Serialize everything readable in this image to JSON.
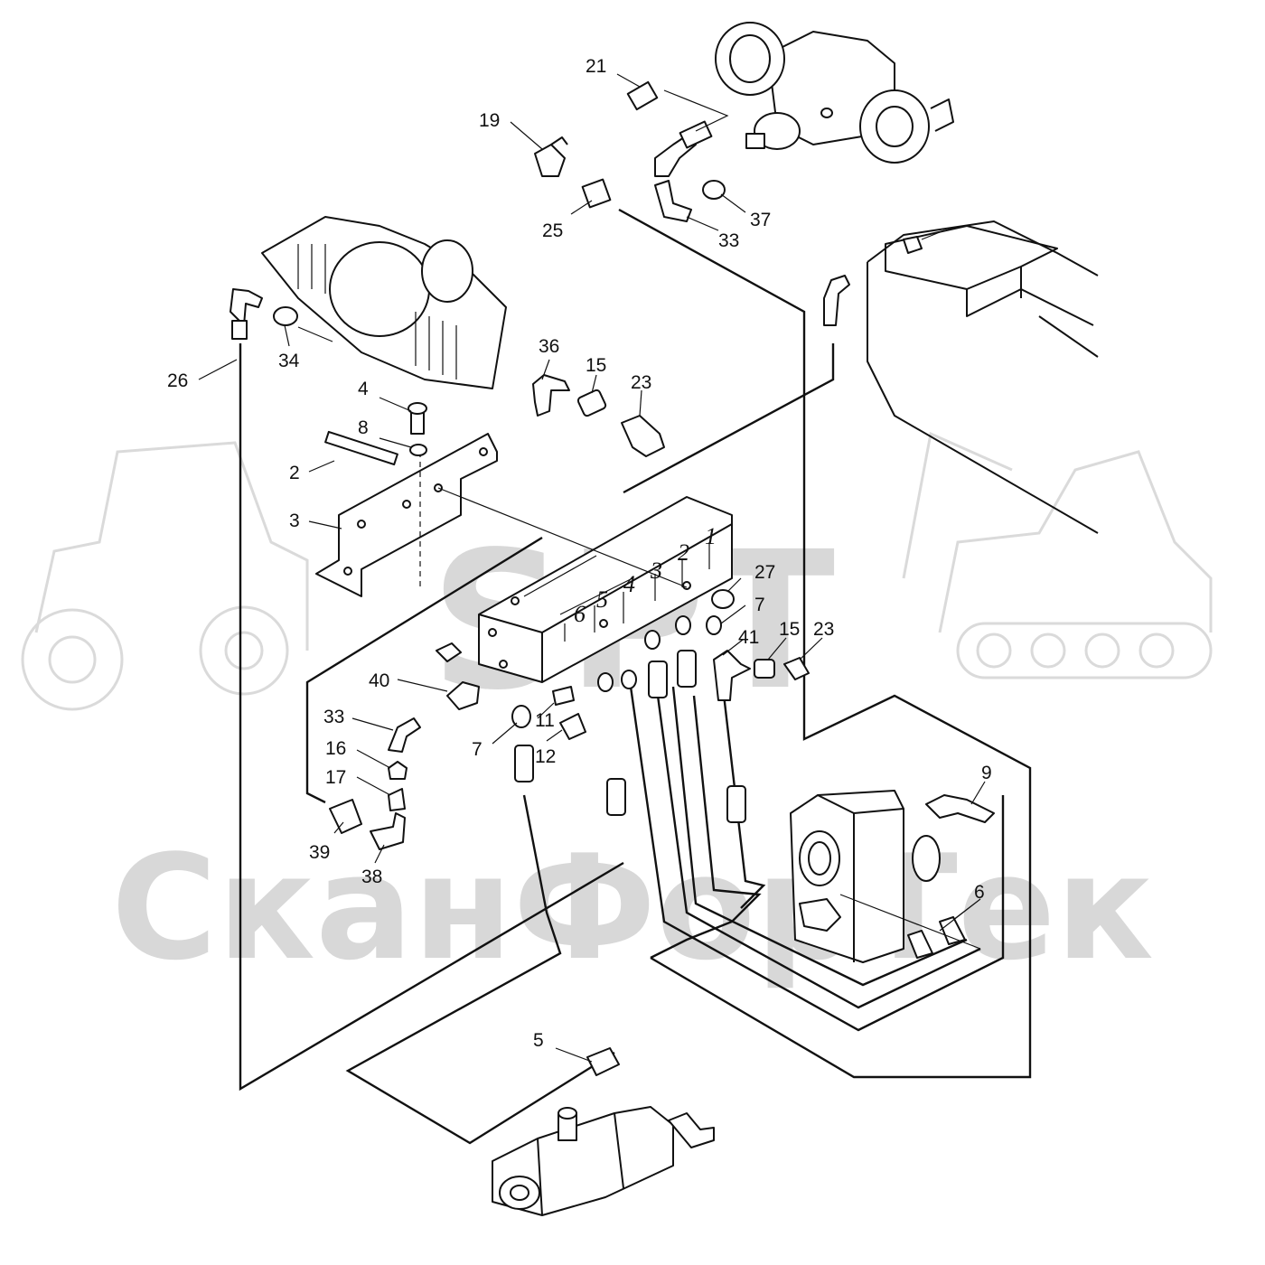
{
  "watermark": {
    "brand": "SPT",
    "company": "СканФорТек",
    "color": "#d8d8d8"
  },
  "block_numbers": [
    "1",
    "2",
    "3",
    "4",
    "5",
    "6"
  ],
  "callouts": [
    {
      "id": "21",
      "label": "21"
    },
    {
      "id": "19",
      "label": "19"
    },
    {
      "id": "25",
      "label": "25"
    },
    {
      "id": "33a",
      "label": "33"
    },
    {
      "id": "37",
      "label": "37"
    },
    {
      "id": "26",
      "label": "26"
    },
    {
      "id": "34",
      "label": "34"
    },
    {
      "id": "36",
      "label": "36"
    },
    {
      "id": "15a",
      "label": "15"
    },
    {
      "id": "23a",
      "label": "23"
    },
    {
      "id": "4",
      "label": "4"
    },
    {
      "id": "8",
      "label": "8"
    },
    {
      "id": "2",
      "label": "2"
    },
    {
      "id": "3",
      "label": "3"
    },
    {
      "id": "27",
      "label": "27"
    },
    {
      "id": "7a",
      "label": "7"
    },
    {
      "id": "41",
      "label": "41"
    },
    {
      "id": "15b",
      "label": "15"
    },
    {
      "id": "23b",
      "label": "23"
    },
    {
      "id": "40",
      "label": "40"
    },
    {
      "id": "33b",
      "label": "33"
    },
    {
      "id": "11",
      "label": "11"
    },
    {
      "id": "7b",
      "label": "7"
    },
    {
      "id": "12",
      "label": "12"
    },
    {
      "id": "16",
      "label": "16"
    },
    {
      "id": "17",
      "label": "17"
    },
    {
      "id": "39",
      "label": "39"
    },
    {
      "id": "38",
      "label": "38"
    },
    {
      "id": "9",
      "label": "9"
    },
    {
      "id": "6",
      "label": "6"
    },
    {
      "id": "5",
      "label": "5"
    }
  ]
}
